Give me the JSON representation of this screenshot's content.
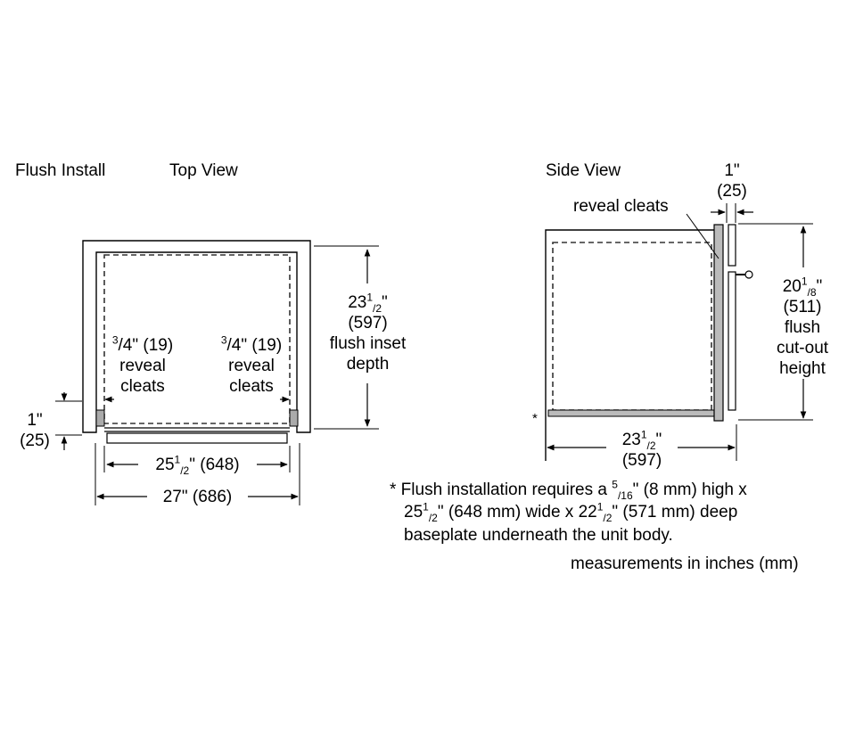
{
  "top_view": {
    "heading_install": "Flush Install",
    "heading_view": "Top View",
    "depth": {
      "whole": "23",
      "sup": "1",
      "sub": "/2",
      "tail": "\"",
      "mm": "(597)",
      "line1": "flush inset",
      "line2": "depth"
    },
    "left_cleat": {
      "sup": "3",
      "sub": "/4\" (19)",
      "line1": "reveal",
      "line2": "cleats"
    },
    "right_cleat": {
      "sup": "3",
      "sub": "/4\" (19)",
      "line1": "reveal",
      "line2": "cleats"
    },
    "front_gap": {
      "inch": "1\"",
      "mm": "(25)"
    },
    "inner_width": {
      "whole": "25",
      "sup": "1",
      "sub": "/2",
      "tail": "\" (648)"
    },
    "outer_width": "27\" (686)"
  },
  "side_view": {
    "heading": "Side View",
    "gap": {
      "inch": "1\"",
      "mm": "(25)"
    },
    "cleats_label": "reveal cleats",
    "height": {
      "whole": "20",
      "sup": "1",
      "sub": "/8",
      "tail": "\"",
      "mm": "(511)",
      "line1": "flush",
      "line2": "cut-out",
      "line3": "height"
    },
    "depth": {
      "whole": "23",
      "sup": "1",
      "sub": "/2",
      "tail": "\"",
      "mm": "(597)"
    },
    "asterisk": "*"
  },
  "footnote": {
    "p1": "* Flush installation requires a ",
    "sup": "5",
    "sub": "/16",
    "p2": "\" (8 mm) high x",
    "l2_whole": "25",
    "l2_sup": "1",
    "l2_sub": "/2",
    "l2_a": "\" (648 mm) wide x 22",
    "l2_sup2": "1",
    "l2_sub2": "/2",
    "l2_b": "\" (571 mm) deep",
    "line3": "baseplate underneath the unit body.",
    "units": "measurements in inches (mm)"
  }
}
